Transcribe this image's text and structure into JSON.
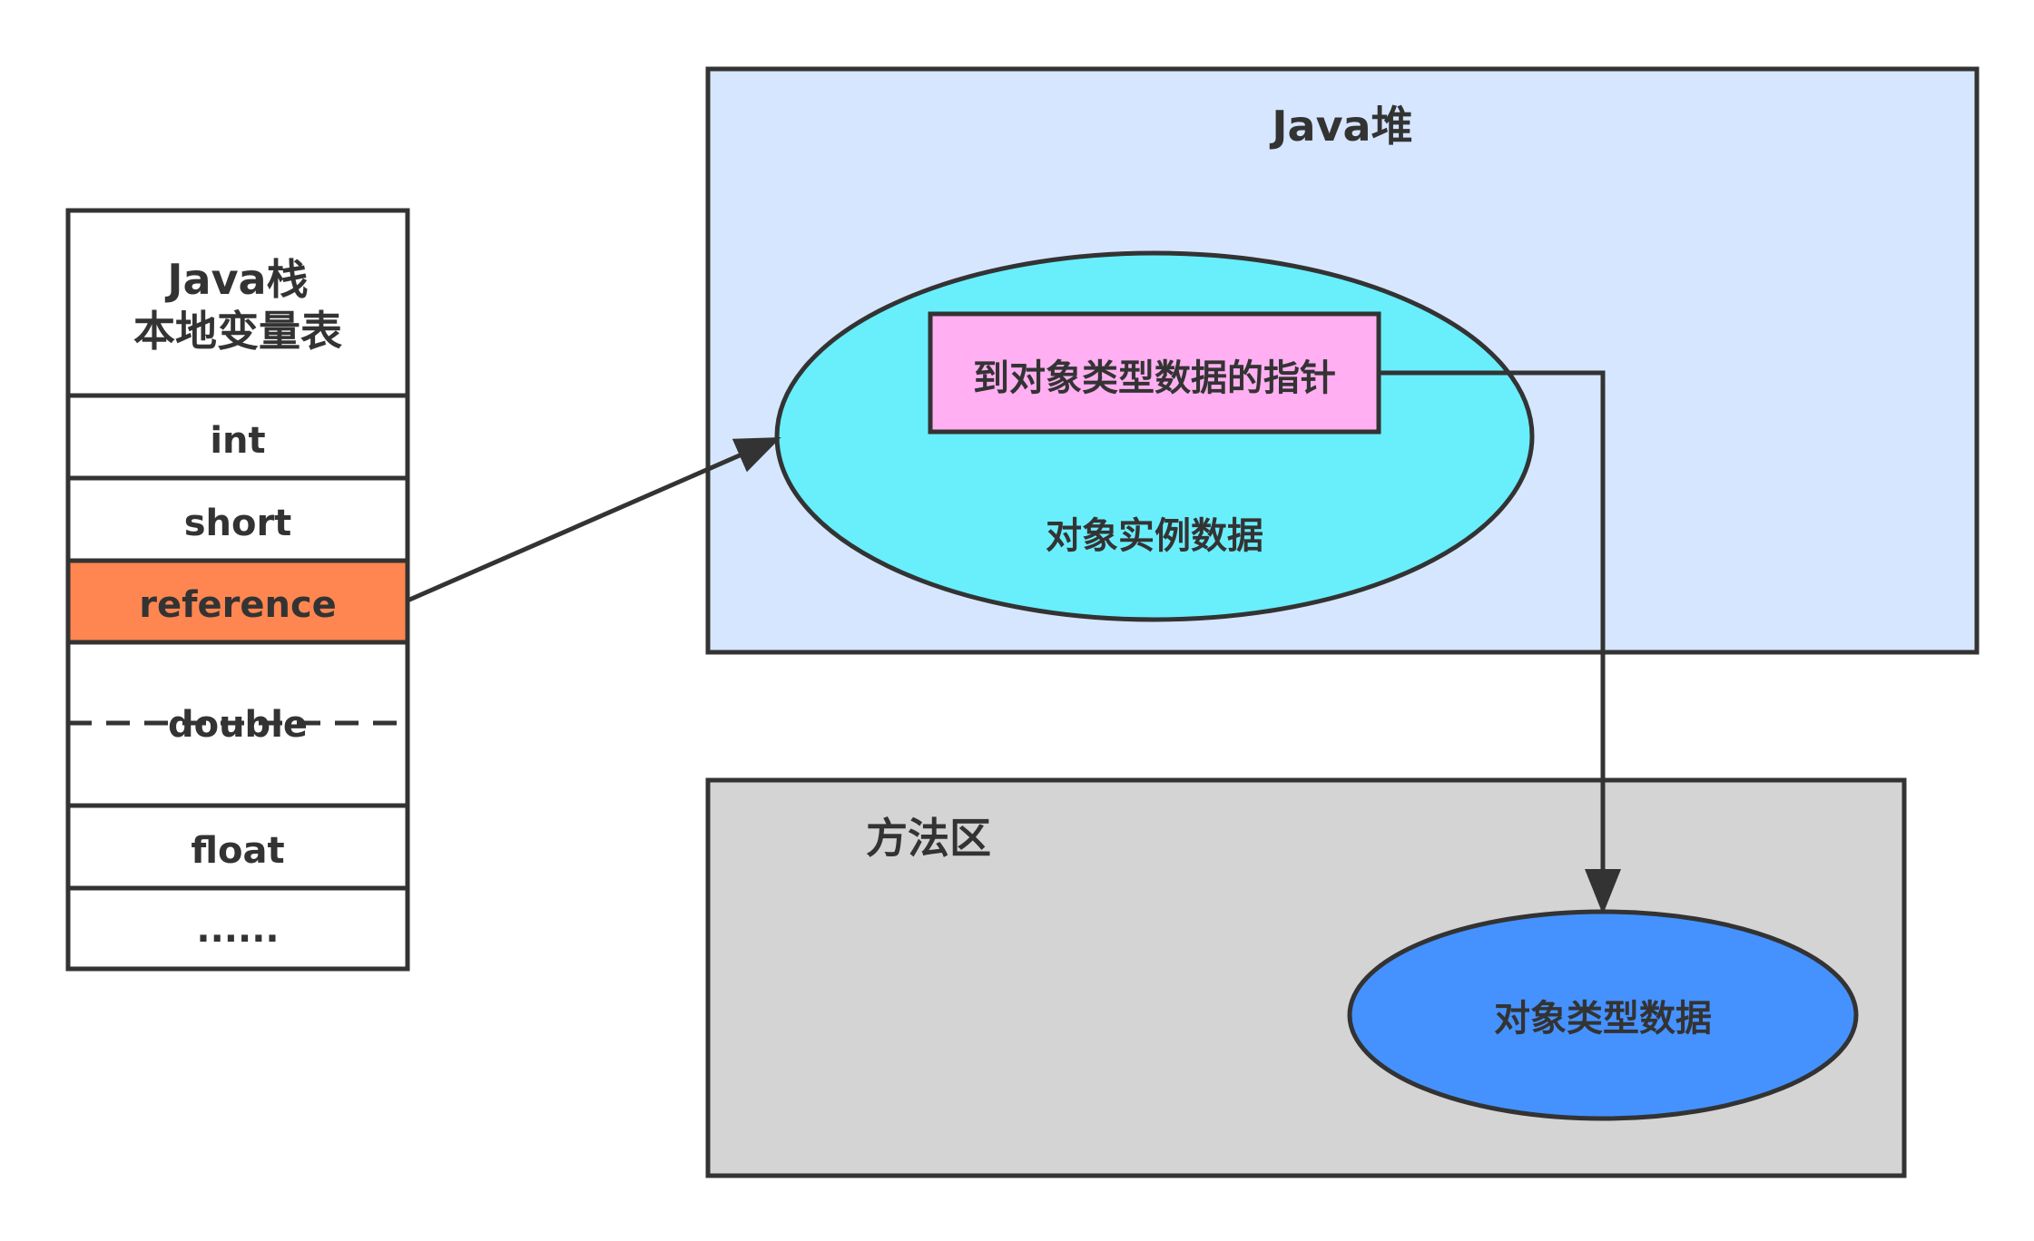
{
  "stack": {
    "title_line1": "Java栈",
    "title_line2": "本地变量表",
    "rows": [
      "int",
      "short",
      "reference",
      "double",
      "float",
      "......"
    ],
    "highlight_color": "#ff8650"
  },
  "heap": {
    "title": "Java堆",
    "fill": "#d6e6ff",
    "object_label": "对象实例数据",
    "object_fill": "#69eefc",
    "pointer_label": "到对象类型数据的指针",
    "pointer_fill": "#ffaff2"
  },
  "method_area": {
    "title": "方法区",
    "fill": "#d4d4d4",
    "type_data_label": "对象类型数据",
    "type_data_fill": "#4592ff"
  },
  "stroke_color": "#333333"
}
